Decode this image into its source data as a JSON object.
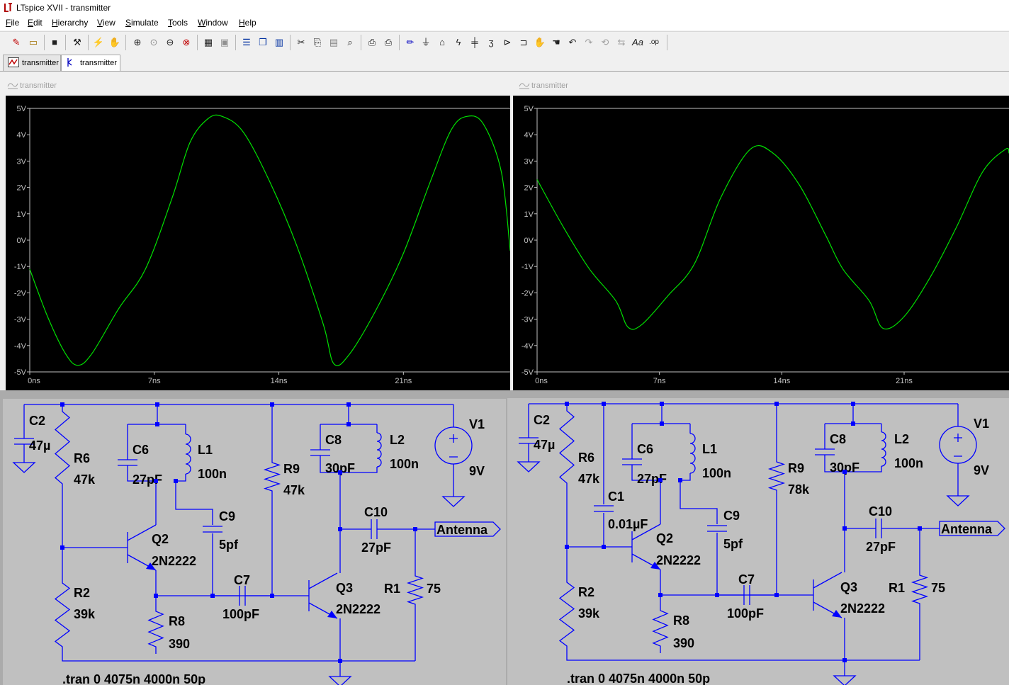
{
  "app": {
    "title": "LTspice XVII - transmitter"
  },
  "menu": [
    "File",
    "Edit",
    "Hierarchy",
    "View",
    "Simulate",
    "Tools",
    "Window",
    "Help"
  ],
  "toolbar": {
    "icons": [
      "new-schematic",
      "open",
      "save",
      "control-panel",
      "run",
      "halt",
      "zoom-in",
      "zoom-pan",
      "zoom-out",
      "zoom-fit",
      "autorange",
      "grid",
      "tile-horizontal",
      "cascade",
      "tile-vertical",
      "cut",
      "copy",
      "paste",
      "find",
      "print-setup",
      "print",
      "draw-wire",
      "ground",
      "label-net",
      "resistor",
      "capacitor",
      "inductor",
      "diode",
      "component",
      "move",
      "drag",
      "undo",
      "redo",
      "rotate",
      "mirror",
      "text",
      "spice-directive"
    ]
  },
  "tabs": [
    {
      "label": "transmitter",
      "icon": "waveform-icon",
      "active": false
    },
    {
      "label": "transmitter",
      "icon": "schematic-icon",
      "active": true
    }
  ],
  "colors": {
    "trace": "#00e000",
    "wire": "#0000ff",
    "node": "#0000ff",
    "plot_bg": "#000000",
    "sch_bg": "#c0c0c0",
    "axis": "#c0c0c0"
  },
  "plots": [
    {
      "window_title": "transmitter",
      "chart_data": {
        "type": "line",
        "ylim": [
          -5,
          5
        ],
        "xlim": [
          0,
          27
        ],
        "y_ticks": [
          "5V",
          "4V",
          "3V",
          "2V",
          "1V",
          "0V",
          "-1V",
          "-2V",
          "-3V",
          "-4V",
          "-5V"
        ],
        "x_ticks": [
          "0ns",
          "7ns",
          "14ns",
          "21ns"
        ],
        "series": [
          {
            "x": [
              0,
              1,
              2,
              2.7,
              3.5,
              5,
              6.5,
              8,
              9,
              10,
              10.8,
              12,
              13.5,
              15,
              16.5,
              17.1,
              18,
              19.5,
              21,
              22.5,
              23.7,
              24.6,
              25.5,
              26.5,
              27
            ],
            "y": [
              -1.1,
              -2.9,
              -4.3,
              -4.75,
              -4.3,
              -2.6,
              -1.1,
              1.6,
              3.7,
              4.6,
              4.7,
              4.1,
              2.2,
              -0.2,
              -3.2,
              -4.7,
              -4.3,
              -2.6,
              -0.5,
              2.2,
              4.2,
              4.7,
              4.4,
              2.6,
              -0.4
            ]
          }
        ]
      }
    },
    {
      "window_title": "transmitter",
      "chart_data": {
        "type": "line",
        "ylim": [
          -5,
          5
        ],
        "xlim": [
          0,
          27
        ],
        "y_ticks": [
          "5V",
          "4V",
          "3V",
          "2V",
          "1V",
          "0V",
          "-1V",
          "-2V",
          "-3V",
          "-4V",
          "-5V"
        ],
        "x_ticks": [
          "0ns",
          "7ns",
          "14ns",
          "21ns"
        ],
        "series": [
          {
            "x": [
              0,
              1.5,
              3,
              4.5,
              5.2,
              6,
              7.5,
              9,
              10.5,
              12.2,
              13.5,
              15,
              16.5,
              17.5,
              19,
              19.8,
              21,
              22.5,
              24,
              25.5,
              26.8,
              27
            ],
            "y": [
              2.3,
              0.5,
              -1.1,
              -2.3,
              -3.3,
              -3.2,
              -2.1,
              -0.9,
              1.6,
              3.45,
              3.3,
              2.1,
              0.2,
              -1.1,
              -2.3,
              -3.35,
              -2.9,
              -1.4,
              0.5,
              2.6,
              3.45,
              3.3
            ]
          }
        ]
      }
    }
  ],
  "schematics": [
    {
      "labels": {
        "C2": "C2",
        "C2v": "47µ",
        "R6": "R6",
        "R6v": "47k",
        "C6": "C6",
        "C6v": "27pF",
        "L1": "L1",
        "L1v": "100n",
        "R9": "R9",
        "R9v": "47k",
        "C8": "C8",
        "C8v": "30pF",
        "L2": "L2",
        "L2v": "100n",
        "V1": "V1",
        "V1v": "9V",
        "C9": "C9",
        "C9v": "5pf",
        "C10": "C10",
        "C10v": "27pF",
        "antenna": "Antenna",
        "Q2": "Q2",
        "Q2v": "2N2222",
        "R2": "R2",
        "R2v": "39k",
        "C7": "C7",
        "C7v": "100pF",
        "Q3": "Q3",
        "Q3v": "2N2222",
        "R1": "R1",
        "R1v": "75",
        "R8": "R8",
        "R8v": "390",
        "tran": ".tran 0 4075n 4000n 50p",
        "C1": "",
        "C1v": ""
      }
    },
    {
      "labels": {
        "C2": "C2",
        "C2v": "47µ",
        "R6": "R6",
        "R6v": "47k",
        "C6": "C6",
        "C6v": "27pF",
        "L1": "L1",
        "L1v": "100n",
        "R9": "R9",
        "R9v": "78k",
        "C8": "C8",
        "C8v": "30pF",
        "L2": "L2",
        "L2v": "100n",
        "V1": "V1",
        "V1v": "9V",
        "C9": "C9",
        "C9v": "5pf",
        "C10": "C10",
        "C10v": "27pF",
        "antenna": "Antenna",
        "Q2": "Q2",
        "Q2v": "2N2222",
        "R2": "R2",
        "R2v": "39k",
        "C7": "C7",
        "C7v": "100pF",
        "Q3": "Q3",
        "Q3v": "2N2222",
        "R1": "R1",
        "R1v": "75",
        "R8": "R8",
        "R8v": "390",
        "tran": ".tran 0 4075n 4000n 50p",
        "C1": "C1",
        "C1v": "0.01µF"
      }
    }
  ]
}
